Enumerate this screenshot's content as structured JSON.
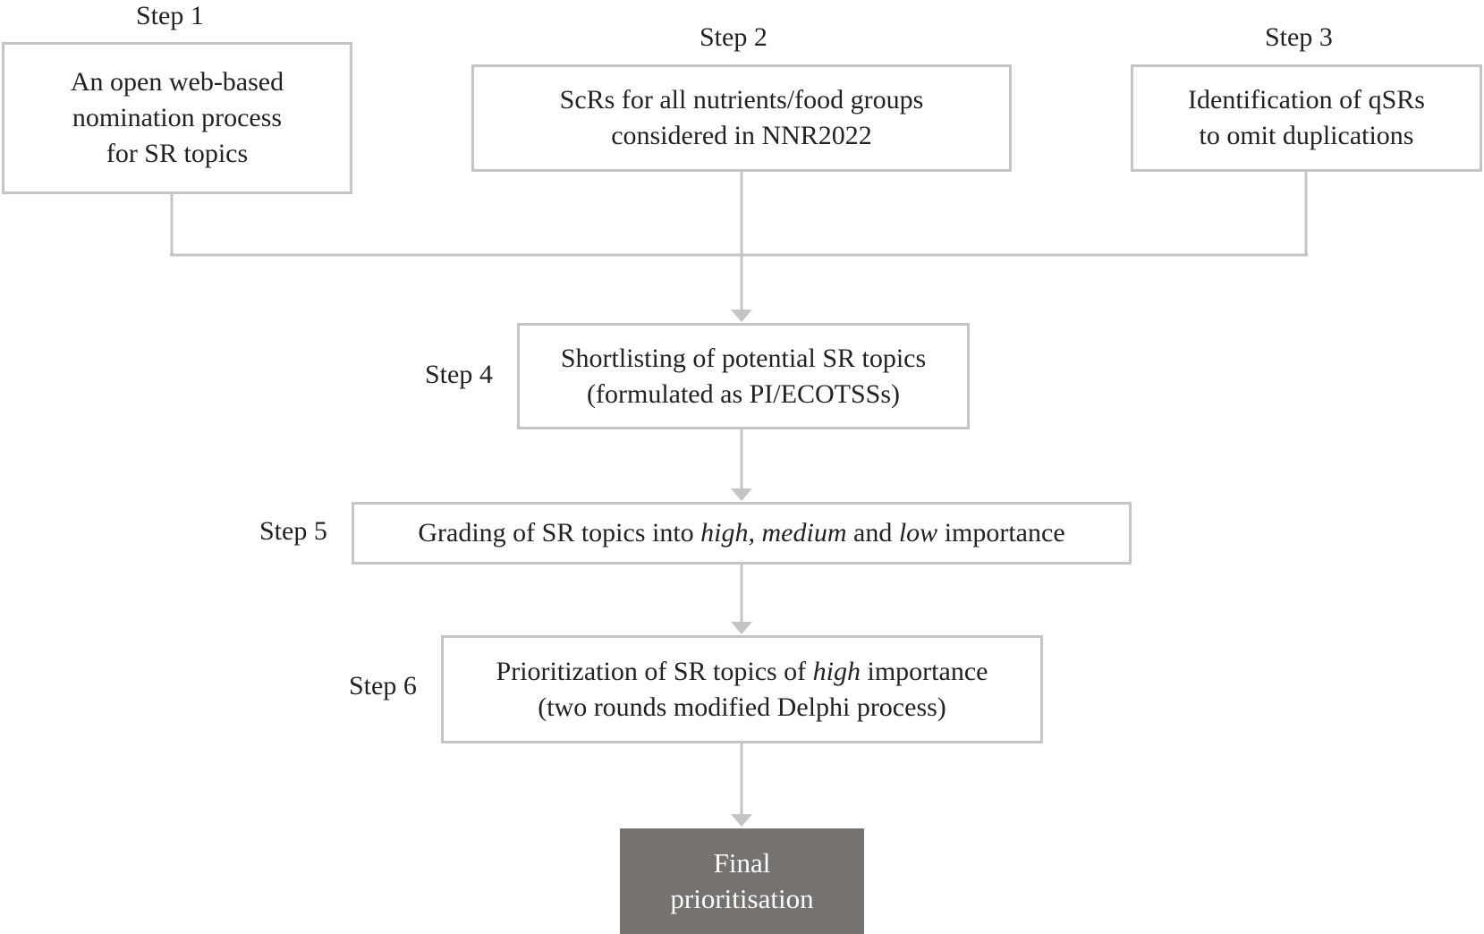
{
  "steps": {
    "step1": {
      "label": "Step 1",
      "lines": [
        "An open web-based",
        "nomination process",
        "for SR topics"
      ]
    },
    "step2": {
      "label": "Step 2",
      "lines": [
        "ScRs for all nutrients/food groups",
        "considered in NNR2022"
      ]
    },
    "step3": {
      "label": "Step 3",
      "lines": [
        "Identification of qSRs",
        "to omit duplications"
      ]
    },
    "step4": {
      "label": "Step 4",
      "lines": [
        "Shortlisting of potential SR topics",
        "(formulated as PI/ECOTSSs)"
      ]
    },
    "step5": {
      "label": "Step 5",
      "parts": [
        "Grading of SR topics into ",
        "high, medium",
        " and ",
        "low",
        " importance"
      ]
    },
    "step6": {
      "label": "Step 6",
      "line1_parts": [
        "Prioritization of SR topics of ",
        "high",
        " importance"
      ],
      "line2": "(two rounds modified Delphi process)"
    }
  },
  "final": {
    "lines": [
      "Final",
      "prioritisation"
    ]
  },
  "colors": {
    "box_border": "#c4c4c4",
    "connector": "#c4c4c4",
    "final_fill": "#767270",
    "final_text": "#ffffff",
    "text": "#222222"
  }
}
